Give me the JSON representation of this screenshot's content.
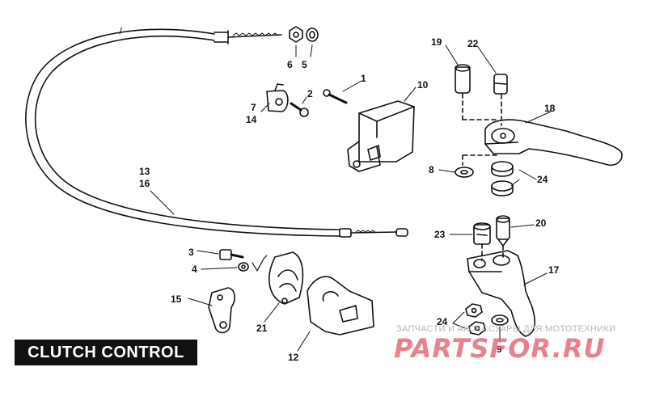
{
  "diagram": {
    "title": "CLUTCH CONTROL",
    "callouts": {
      "n1": "1",
      "n2": "2",
      "n3": "3",
      "n4": "4",
      "n5": "5",
      "n6": "6",
      "n7": "7",
      "n14": "14",
      "n8": "8",
      "n9": "9",
      "n10": "10",
      "n12": "12",
      "n13": "13",
      "n16": "16",
      "n15": "15",
      "n17": "17",
      "n18": "18",
      "n19": "19",
      "n20": "20",
      "n21": "21",
      "n22": "22",
      "n23": "23",
      "n24a": "24",
      "n24b": "24"
    }
  },
  "watermark": {
    "tagline": "ЗАПЧАСТИ И АКСЕССУАРЫ ДЛЯ МОТОТЕХНИКИ",
    "logo": "PARTSFOR.RU",
    "color": "#e46070"
  }
}
